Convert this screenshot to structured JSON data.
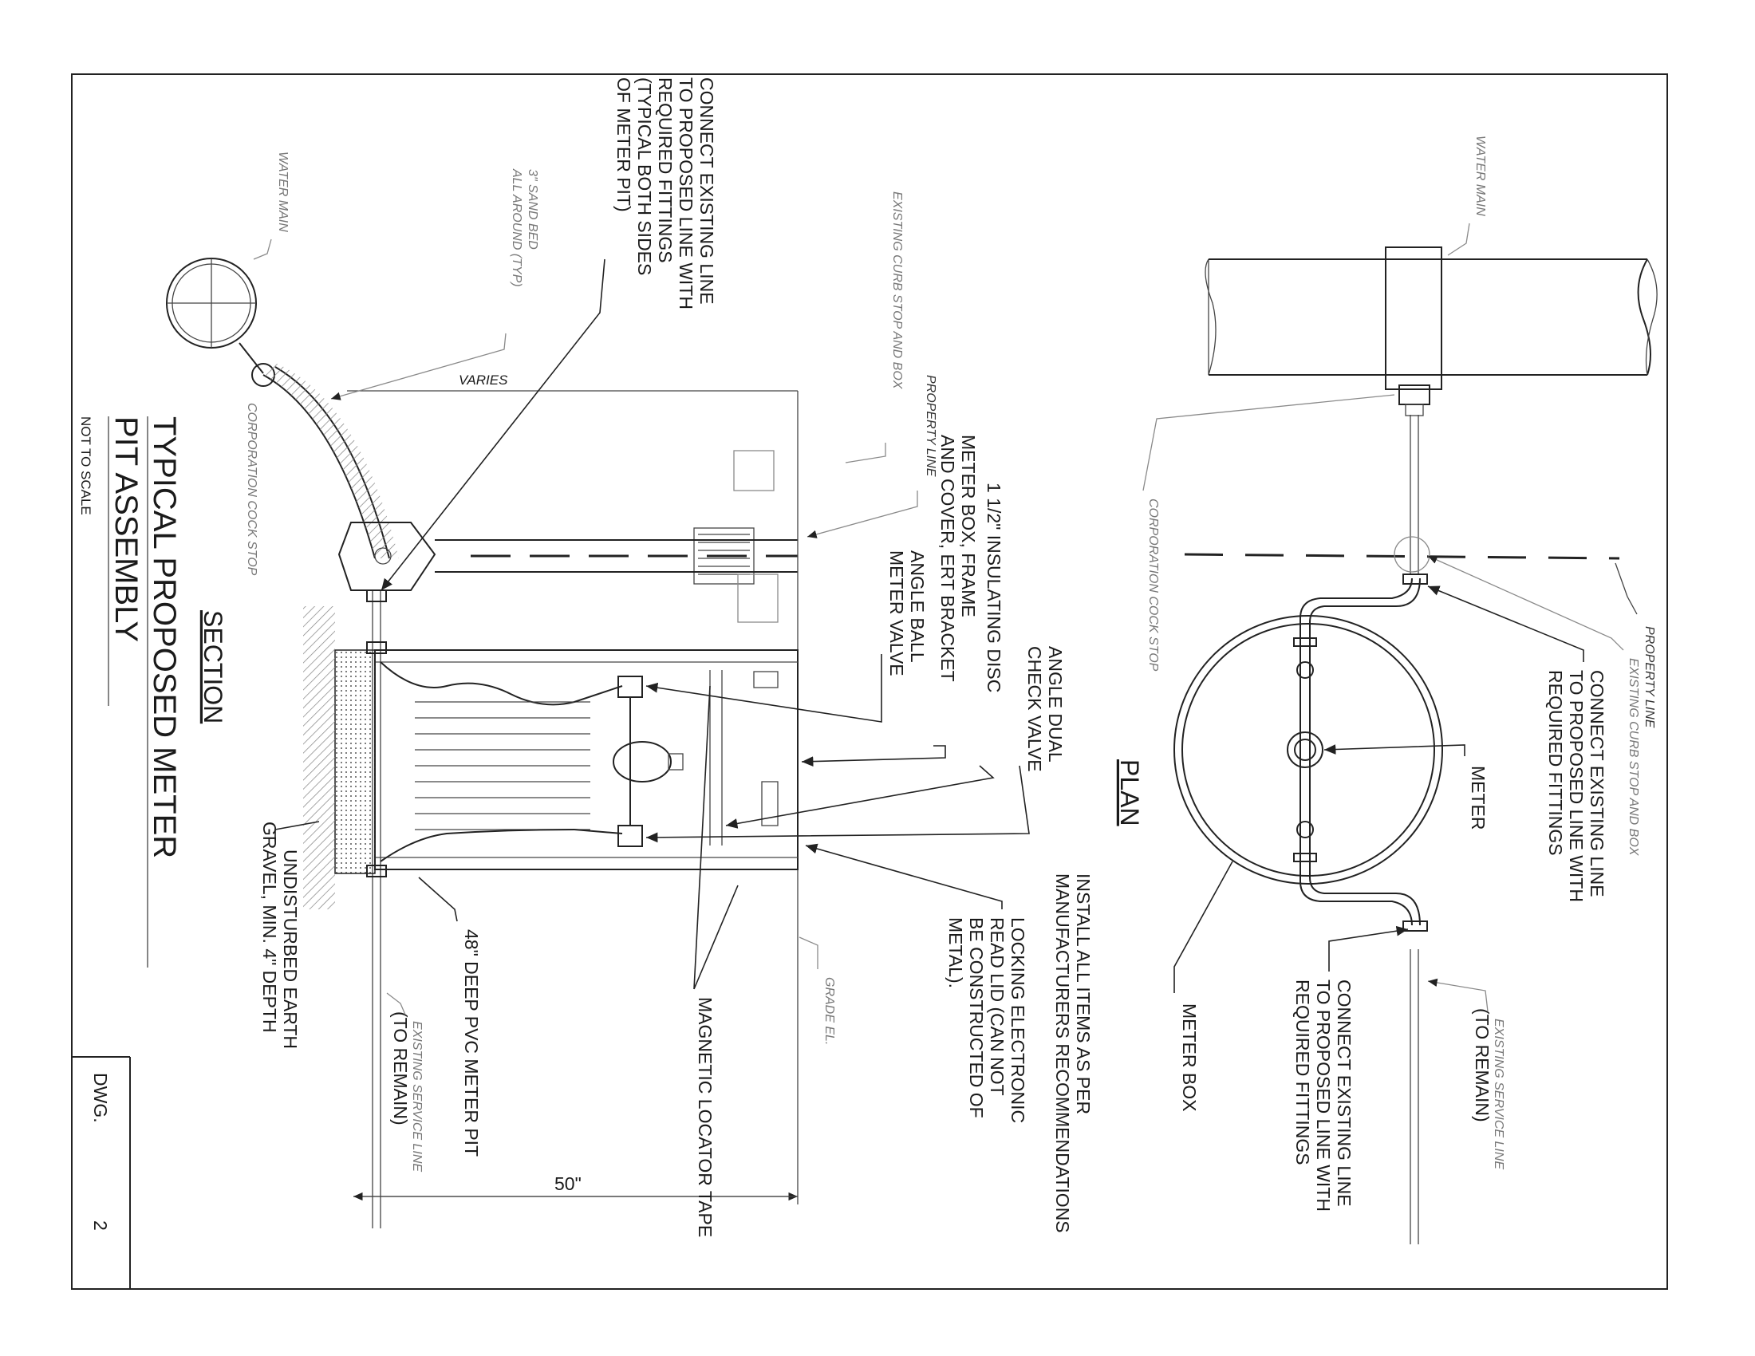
{
  "drawing": {
    "title_line1": "TYPICAL PROPOSED METER",
    "title_line2": "PIT ASSEMBLY",
    "scale_note": "NOT TO SCALE",
    "dwg_label": "DWG.",
    "dwg_number": "2"
  },
  "plan": {
    "heading": "PLAN",
    "water_main": "WATER MAIN",
    "property_line": "PROPERTY LINE",
    "existing_curb_stop": "EXISTING CURB STOP AND BOX",
    "connect_top": [
      "CONNECT EXISTING LINE",
      "TO PROPOSED LINE WITH",
      "REQUIRED FITTINGS"
    ],
    "meter": "METER",
    "existing_service": "EXISTING SERVICE LINE",
    "to_remain": "(TO REMAIN)",
    "connect_bottom": [
      "CONNECT EXISTING LINE",
      "TO PROPOSED LINE WITH",
      "REQUIRED FITTINGS"
    ],
    "meter_box": "METER BOX",
    "corp_cock": "CORPORATION COCK STOP",
    "install_note": [
      "INSTALL ALL ITEMS AS PER",
      "MANUFACTURERS RECOMMENDATIONS"
    ]
  },
  "section": {
    "heading": "SECTION",
    "connect_note": [
      "CONNECT EXISTING LINE",
      "TO PROPOSED LINE WITH",
      "REQUIRED FITTINGS",
      "(TYPICAL BOTH SIDES",
      "OF METER PIT)"
    ],
    "water_main": "WATER MAIN",
    "sand_bed": [
      "3\" SAND BED",
      "ALL AROUND (TYP)"
    ],
    "existing_curb_stop": "EXISTING CURB STOP AND BOX",
    "property_line": "PROPERTY LINE",
    "varies": "VARIES",
    "corp_cock": "CORPORATION COCK STOP",
    "angle_ball": [
      "ANGLE BALL",
      "METER VALVE"
    ],
    "meter_box_frame": [
      "METER BOX, FRAME",
      "AND COVER, ERT BRACKET"
    ],
    "insulating_disc": "1 1/2\" INSULATING DISC",
    "angle_dual": [
      "ANGLE DUAL",
      "CHECK VALVE"
    ],
    "locking_lid": [
      "LOCKING ELECTRONIC",
      "READ LID (CAN NOT",
      "BE CONSTRUCTED OF",
      "METAL)."
    ],
    "magnetic_tape": "MAGNETIC LOCATOR TAPE",
    "grade_el": "GRADE EL.",
    "pvc_pit": "48\" DEEP PVC METER PIT",
    "gravel": [
      "UNDISTURBED EARTH",
      "GRAVEL, MIN. 4\" DEPTH"
    ],
    "existing_service": "EXISTING SERVICE LINE",
    "to_remain": "(TO REMAIN)",
    "dimension_50": "50\""
  }
}
